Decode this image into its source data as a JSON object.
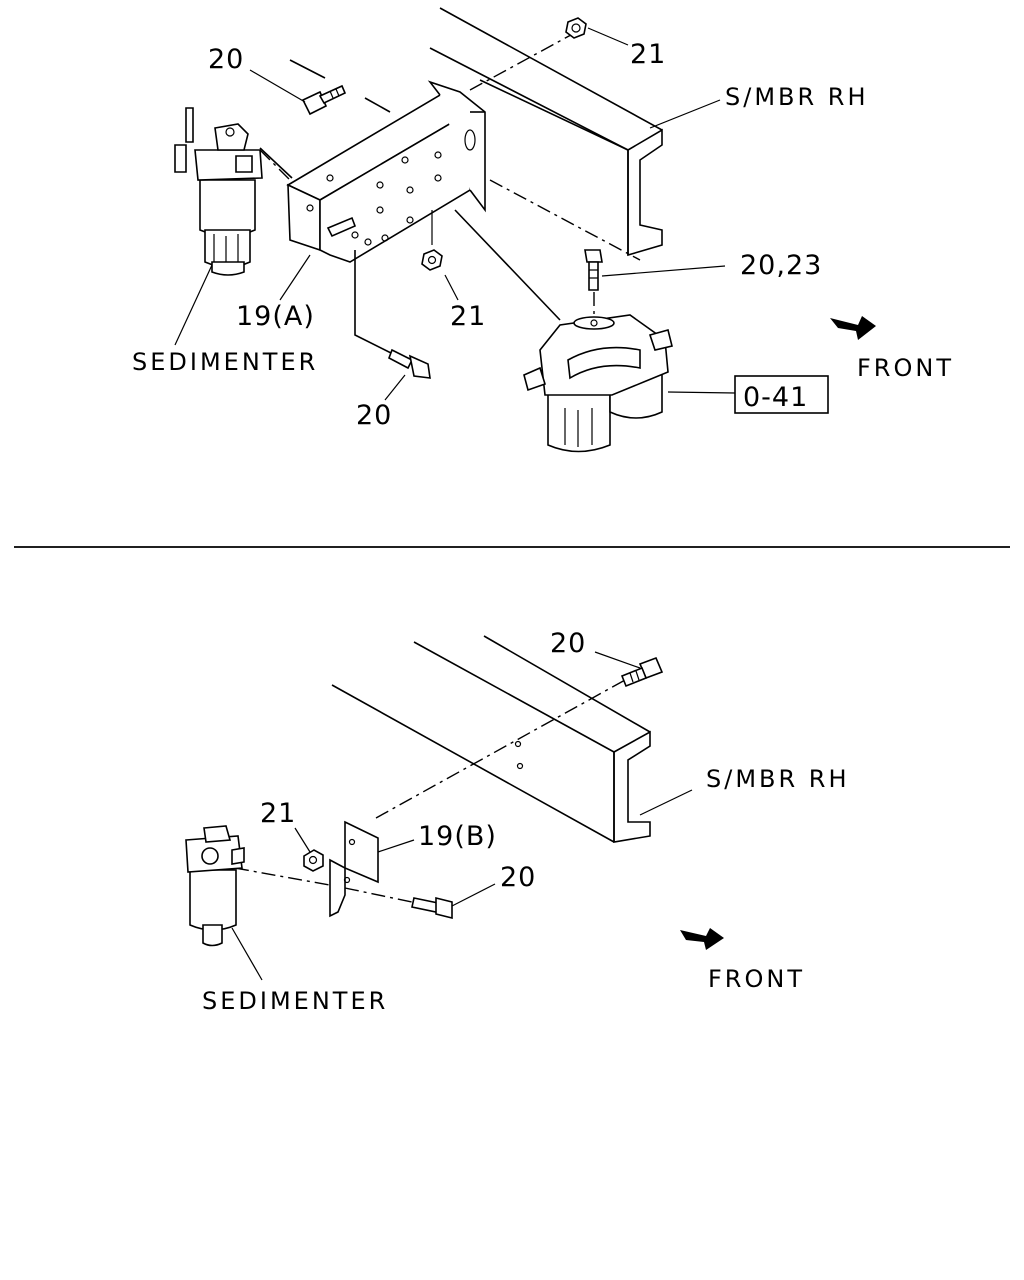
{
  "upper": {
    "callouts": {
      "bolt_top": "20",
      "nut_top": "21",
      "frame": "S/MBR RH",
      "bracket": "19(A)",
      "nut_mid": "21",
      "bolt_filter": "20,23",
      "sedimenter": "SEDIMENTER",
      "bolt_bottom": "20",
      "front": "FRONT",
      "ref_box": "0-41"
    }
  },
  "lower": {
    "callouts": {
      "bolt_top": "20",
      "frame": "S/MBR RH",
      "nut": "21",
      "bracket": "19(B)",
      "bolt": "20",
      "front": "FRONT",
      "sedimenter": "SEDIMENTER"
    }
  },
  "colors": {
    "ink": "#000000",
    "paper": "#ffffff"
  },
  "icons": [
    "arrow-front-icon"
  ]
}
